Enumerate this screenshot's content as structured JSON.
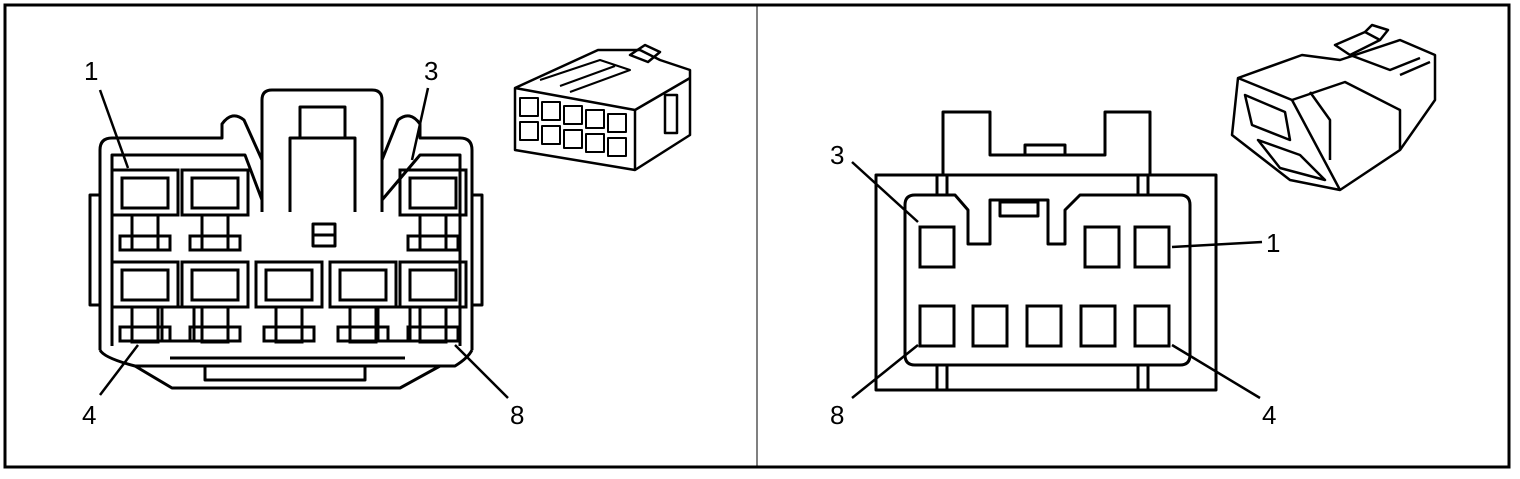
{
  "left_panel": {
    "pin_labels": {
      "p1": "1",
      "p3": "3",
      "p4": "4",
      "p8": "8"
    }
  },
  "right_panel": {
    "pin_labels": {
      "p1": "1",
      "p3": "3",
      "p4": "4",
      "p8": "8"
    }
  },
  "colors": {
    "line": "#000000",
    "background": "#ffffff"
  }
}
